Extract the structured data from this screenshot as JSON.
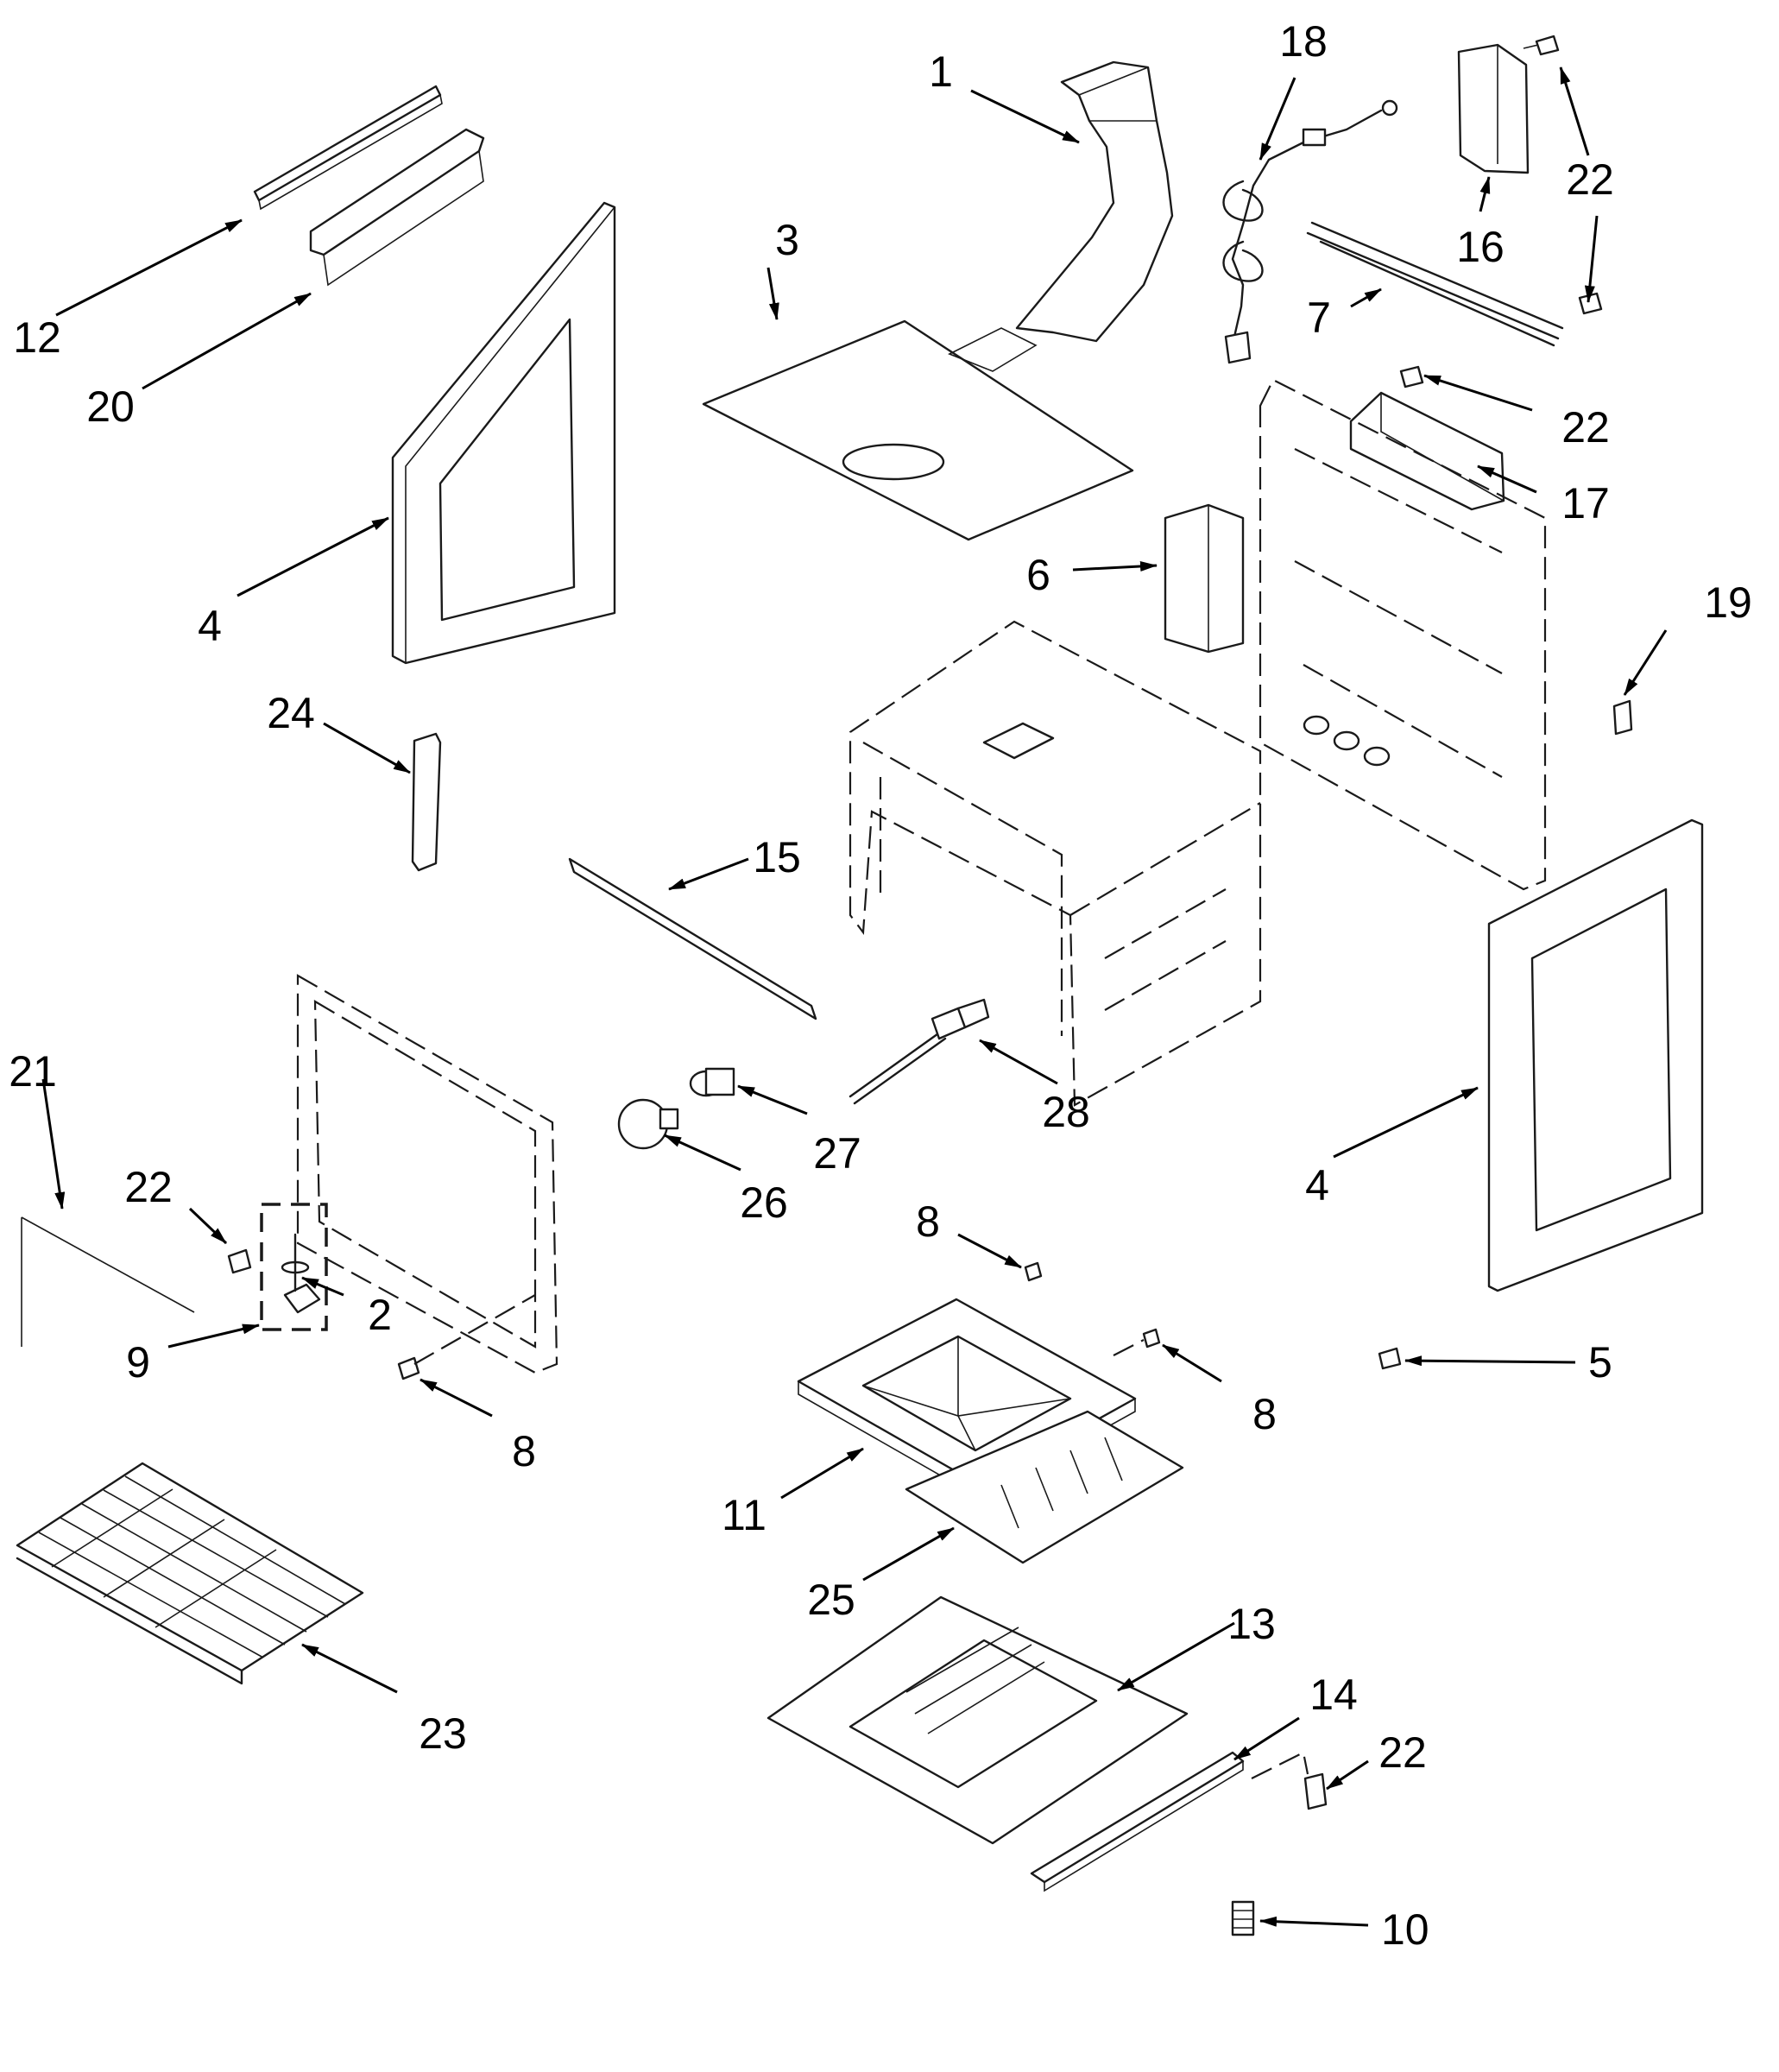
{
  "diagram": {
    "callouts": [
      {
        "id": "c1",
        "label": "1"
      },
      {
        "id": "c2",
        "label": "2"
      },
      {
        "id": "c3",
        "label": "3"
      },
      {
        "id": "c4a",
        "label": "4"
      },
      {
        "id": "c4b",
        "label": "4"
      },
      {
        "id": "c5",
        "label": "5"
      },
      {
        "id": "c6",
        "label": "6"
      },
      {
        "id": "c7",
        "label": "7"
      },
      {
        "id": "c8a",
        "label": "8"
      },
      {
        "id": "c8b",
        "label": "8"
      },
      {
        "id": "c8c",
        "label": "8"
      },
      {
        "id": "c9",
        "label": "9"
      },
      {
        "id": "c10",
        "label": "10"
      },
      {
        "id": "c11",
        "label": "11"
      },
      {
        "id": "c12",
        "label": "12"
      },
      {
        "id": "c13",
        "label": "13"
      },
      {
        "id": "c14",
        "label": "14"
      },
      {
        "id": "c15",
        "label": "15"
      },
      {
        "id": "c16",
        "label": "16"
      },
      {
        "id": "c17",
        "label": "17"
      },
      {
        "id": "c18",
        "label": "18"
      },
      {
        "id": "c19",
        "label": "19"
      },
      {
        "id": "c20",
        "label": "20"
      },
      {
        "id": "c21",
        "label": "21"
      },
      {
        "id": "c22a",
        "label": "22"
      },
      {
        "id": "c22b",
        "label": "22"
      },
      {
        "id": "c22c",
        "label": "22"
      },
      {
        "id": "c22d",
        "label": "22"
      },
      {
        "id": "c23",
        "label": "23"
      },
      {
        "id": "c24",
        "label": "24"
      },
      {
        "id": "c25",
        "label": "25"
      },
      {
        "id": "c26",
        "label": "26"
      },
      {
        "id": "c27",
        "label": "27"
      },
      {
        "id": "c28",
        "label": "28"
      }
    ]
  }
}
